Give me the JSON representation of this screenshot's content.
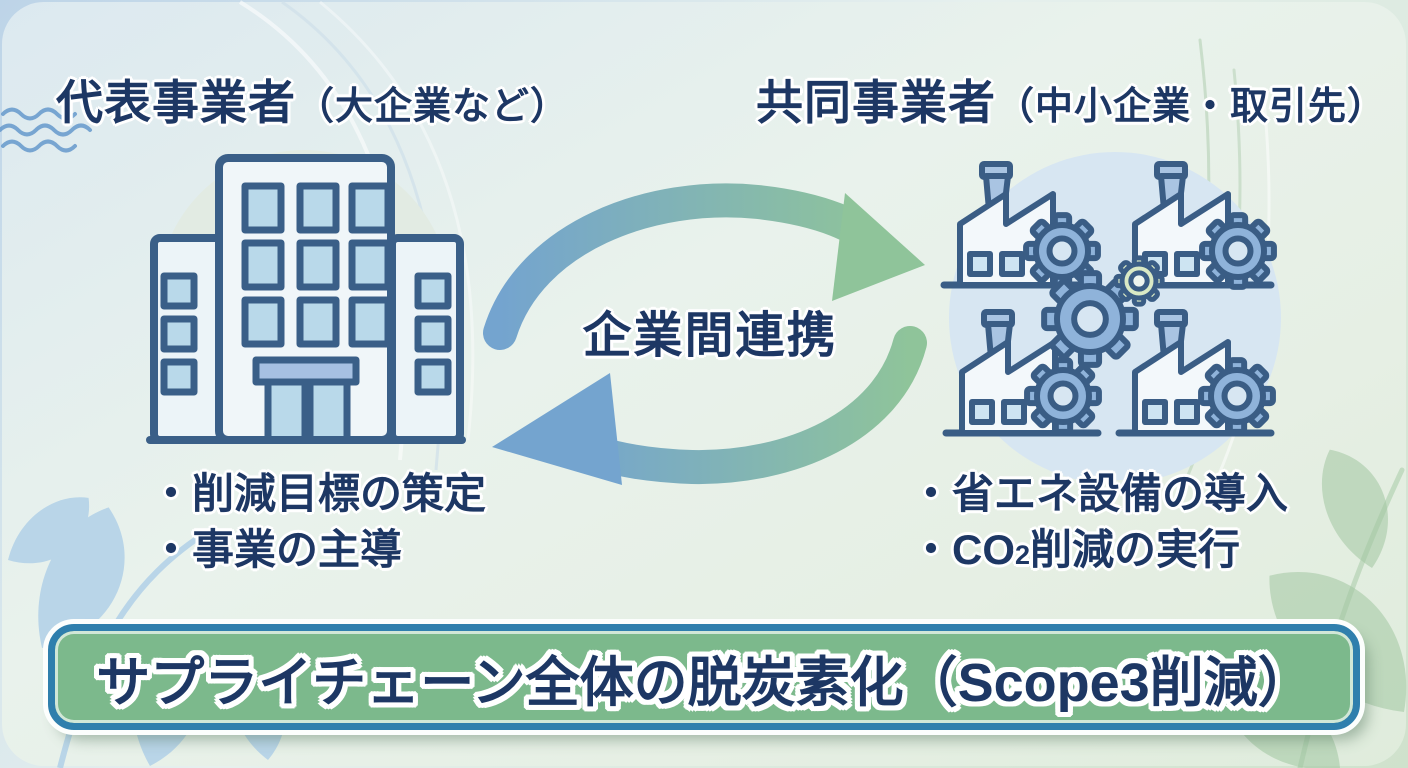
{
  "left_section": {
    "title": "代表事業者",
    "title_note": "（大企業など）",
    "bullet1": "・削減目標の策定",
    "bullet2": "・事業の主導",
    "icon": "office-building-icon"
  },
  "center": {
    "label": "企業間連携",
    "icon": "cycle-arrows-icon"
  },
  "right_section": {
    "title": "共同事業者",
    "title_note": "（中小企業・取引先）",
    "bullet1": "・省エネ設備の導入",
    "bullet2": {
      "prefix": "・CO",
      "subscript": "2",
      "suffix": "削減の実行"
    },
    "icon": "factories-and-gears-icon"
  },
  "banner": {
    "text": "サプライチェーン全体の脱炭素化（Scope3削減）"
  },
  "decorations": {
    "icons": [
      "wave-lines-icon",
      "leaf-icon",
      "arc-lines-icon"
    ]
  },
  "colors": {
    "text_navy": "#1d3764",
    "banner_fill": "#7cb98c",
    "banner_border": "#2f7fad",
    "arrow_blue": "#74a4cf",
    "arrow_green": "#8fc49a",
    "icon_outline": "#3a5d85",
    "gear_blue": "#8fb3da",
    "gear_green": "#d9e9c5",
    "window_blue": "#bcdcec",
    "circle_bg_blue": "#d7e6f2",
    "circle_bg_green": "#e2ebe3"
  }
}
